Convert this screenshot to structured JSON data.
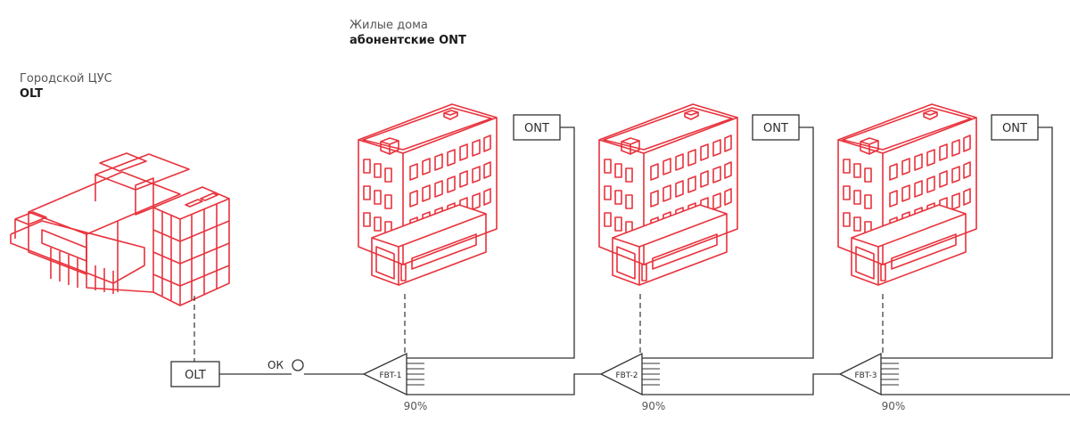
{
  "captions": {
    "city": {
      "line1": "Городской ЦУС",
      "line2": "OLT"
    },
    "homes": {
      "line1": "Жилые дома",
      "line2": "абонентские ONT"
    }
  },
  "olt_label": "OLT",
  "ok_label": "ОК",
  "splitters": [
    {
      "label": "FBT-1",
      "ratio": "90%"
    },
    {
      "label": "FBT-2",
      "ratio": "90%"
    },
    {
      "label": "FBT-3",
      "ratio": "90%"
    }
  ],
  "ont_labels": [
    "ONT",
    "ONT",
    "ONT"
  ],
  "colors": {
    "building": "#e8323c",
    "line": "#333333",
    "text": "#2b2b2b"
  }
}
